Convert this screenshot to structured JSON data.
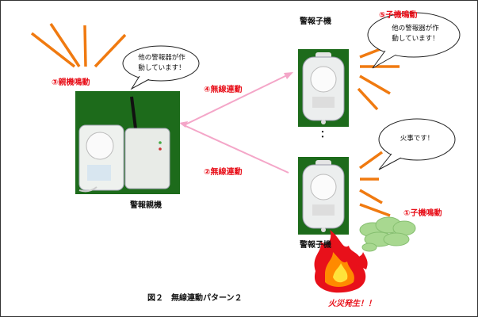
{
  "labels": {
    "parent_unit": "警報親機",
    "child_unit": "警報子機",
    "parent_alarm": "③親機鳴動",
    "child_alarm_top": "⑤子機鳴動",
    "child_alarm_bottom": "①子機鳴動",
    "wireless_link_4": "④無線連動",
    "wireless_link_2": "②無線連動",
    "fire": "火災発生！！",
    "caption": "図２　無線連動パターン２",
    "continuation_dots": "："
  },
  "bubbles": {
    "parent_line1": "他の警報器が作",
    "parent_line2": "動しています！",
    "child_line1": "他の警報器が作",
    "child_line2": "動しています！",
    "fire_alert": "火事です！"
  },
  "colors": {
    "accent_red": "#e8101a",
    "ray_orange": "#f07a10",
    "arrow_pink": "#f4a6c8",
    "photo_green": "#1d6b1b",
    "smoke_green": "#a8d890"
  }
}
